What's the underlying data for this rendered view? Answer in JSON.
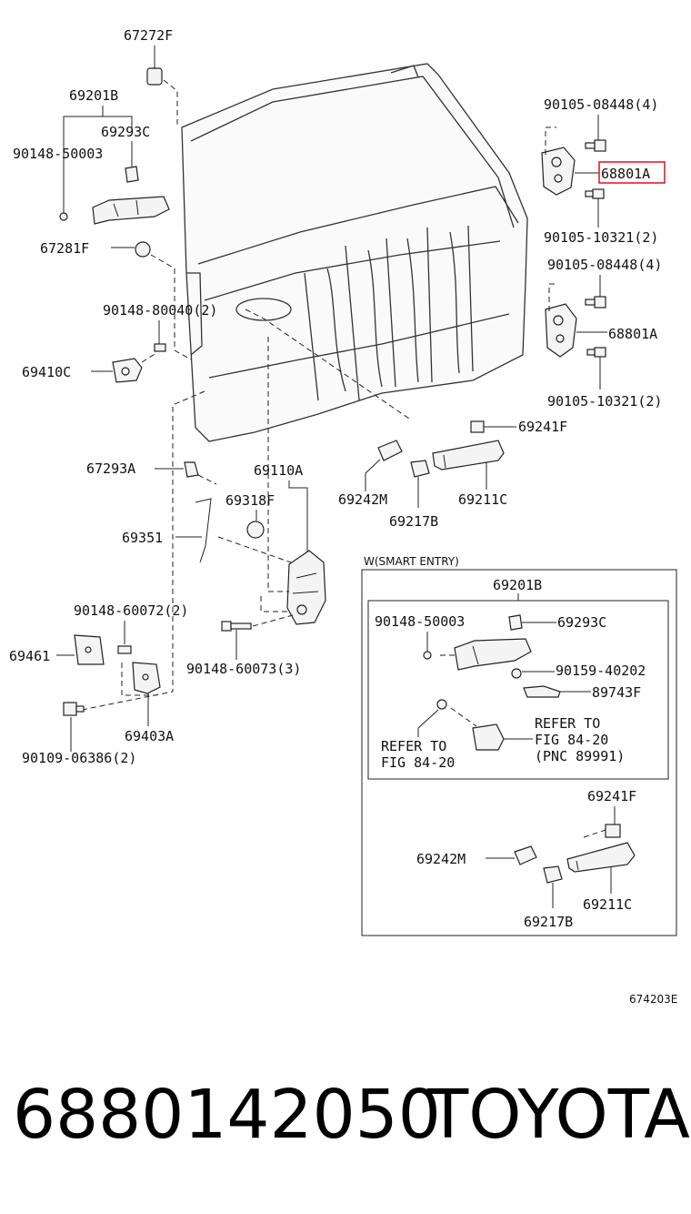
{
  "diagram": {
    "labels": {
      "l_67272F": "67272F",
      "l_69201B": "69201B",
      "l_69293C": "69293C",
      "l_90148_50003": "90148-50003",
      "l_67281F": "67281F",
      "l_90148_80040": "90148-80040(2)",
      "l_69410C": "69410C",
      "l_67293A": "67293A",
      "l_69110A": "69110A",
      "l_69318F": "69318F",
      "l_69351": "69351",
      "l_90148_60072": "90148-60072(2)",
      "l_69461": "69461",
      "l_90148_60073": "90148-60073(3)",
      "l_69403A": "69403A",
      "l_90109_06386": "90109-06386(2)",
      "l_90105_08448_a": "90105-08448(4)",
      "l_68801A_hl": "68801A",
      "l_90105_10321_a": "90105-10321(2)",
      "l_90105_08448_b": "90105-08448(4)",
      "l_68801A_b": "68801A",
      "l_90105_10321_b": "90105-10321(2)",
      "l_69241F": "69241F",
      "l_69242M": "69242M",
      "l_69211C": "69211C",
      "l_69217B": "69217B"
    },
    "smart_entry": {
      "title": "W(SMART ENTRY)",
      "l_69201B": "69201B",
      "l_90148_50003": "90148-50003",
      "l_69293C": "69293C",
      "l_90159_40202": "90159-40202",
      "l_89743F": "89743F",
      "refer_left_1": "REFER TO",
      "refer_left_2": "FIG 84-20",
      "refer_right_1": "REFER TO",
      "refer_right_2": "FIG 84-20",
      "refer_right_3": "(PNC 89991)",
      "l_69241F": "69241F",
      "l_69242M": "69242M",
      "l_69211C": "69211C",
      "l_69217B": "69217B"
    },
    "figure_code": "674203E",
    "highlight_color": "#e0202a"
  },
  "footer": {
    "part_number": "6880142050",
    "brand": "TOYOTA"
  }
}
